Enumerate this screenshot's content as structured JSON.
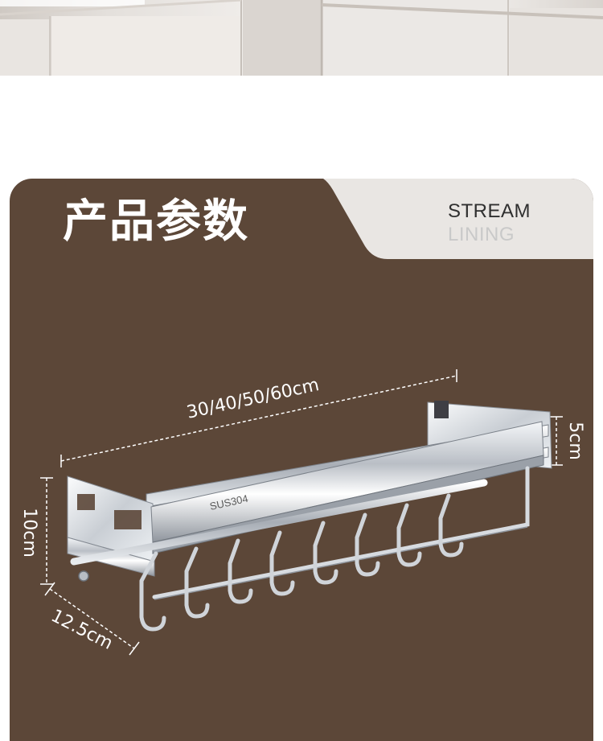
{
  "page": {
    "title": "产品参数",
    "brand": {
      "line1": "STREAM",
      "line2": "LINING"
    }
  },
  "dimensions": {
    "length": "30/40/50/60cm",
    "height": "10cm",
    "depth": "12.5cm",
    "rail": "5cm"
  },
  "product": {
    "marking": "SUS304",
    "hook_count": 8,
    "colors": {
      "background": "#5c4738",
      "tab": "#e9e6e3",
      "steel": "#c8ccd2"
    }
  }
}
